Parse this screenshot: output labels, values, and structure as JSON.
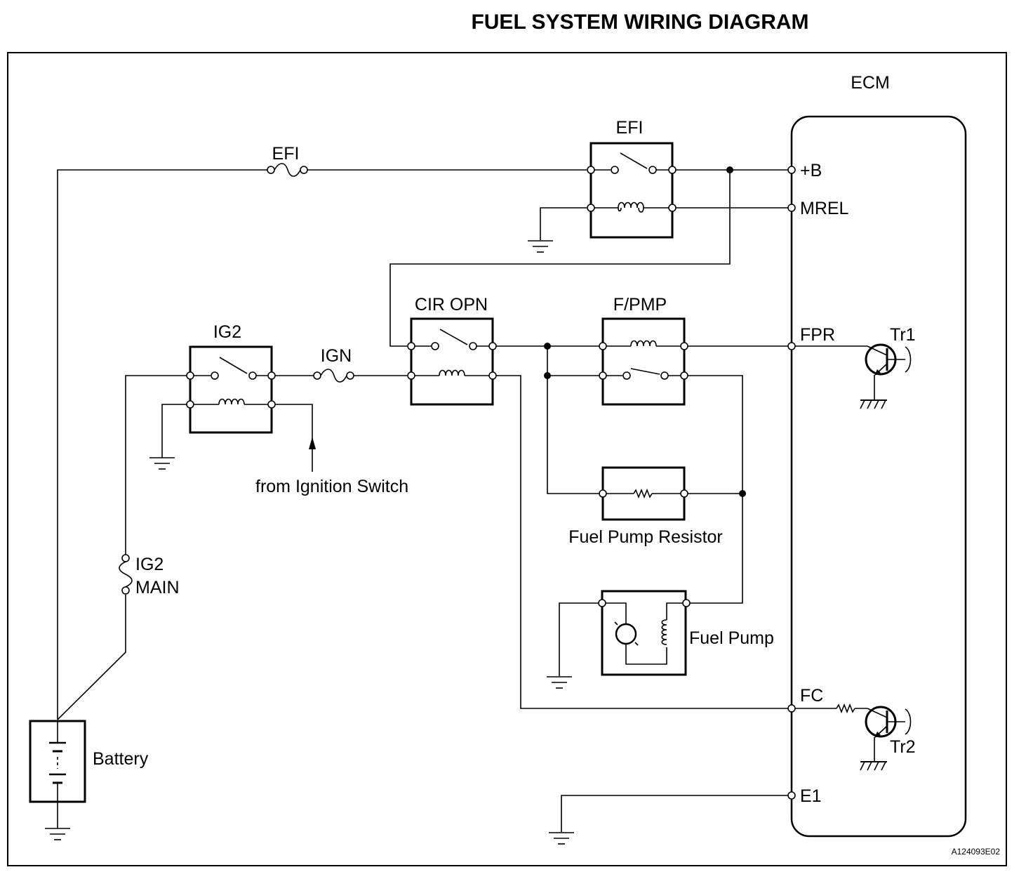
{
  "title": "FUEL SYSTEM WIRING DIAGRAM",
  "ecm": {
    "label": "ECM",
    "pins": {
      "b": "+B",
      "mrel": "MREL",
      "fpr": "FPR",
      "fc": "FC",
      "e1": "E1"
    },
    "transistors": {
      "tr1": "Tr1",
      "tr2": "Tr2"
    }
  },
  "relays": {
    "efi": "EFI",
    "cir_opn": "CIR OPN",
    "f_pmp": "F/PMP",
    "ig2": "IG2"
  },
  "fuses": {
    "efi": "EFI",
    "ign": "IGN",
    "ig2_main_line1": "IG2",
    "ig2_main_line2": "MAIN"
  },
  "components": {
    "battery": "Battery",
    "fuel_pump_resistor": "Fuel Pump Resistor",
    "fuel_pump": "Fuel Pump",
    "ignition_switch_note": "from Ignition Switch"
  },
  "figure_code": "A124093E02"
}
